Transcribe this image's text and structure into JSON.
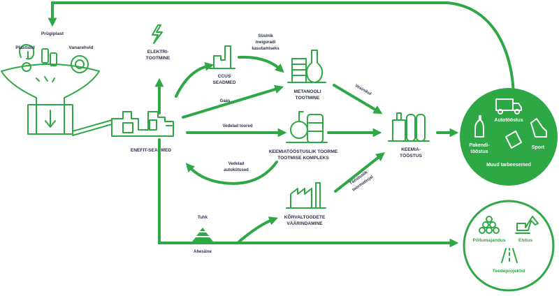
{
  "colors": {
    "accent": "#2ea745",
    "text": "#2b2f4e",
    "white": "#ffffff"
  },
  "inputs": {
    "plastic_waste": "Prügiplast",
    "plastics": "Plastidid",
    "tires": "Vanarehvid"
  },
  "nodes": {
    "electricity": {
      "line1": "ELEKTRI-",
      "line2": "TOOTMINE"
    },
    "ccus": {
      "line1": "CCUS",
      "line2": "SEADMED"
    },
    "methanol": {
      "line1": "METANOOLI",
      "line2": "TOOTMINE"
    },
    "enefit": {
      "line1": "ENEFIT-SEADMED"
    },
    "refinery": {
      "line1": "KEEMIATÖÖSTUSLIK TOORME",
      "line2": "TOOTMISE KOMPLEKS"
    },
    "chemical": {
      "line1": "KEEMIA-",
      "line2": "TÖÖSTUS"
    },
    "byproducts": {
      "line1": "KÕRVALTOODETE",
      "line2": "VÄÄRINDAMINE"
    }
  },
  "flow_labels": {
    "co2_label_1": "Süsinik",
    "co2_label_2": "meiguradi",
    "co2_label_3": "kasutamiseks",
    "gas": "Gaas",
    "hydrogen": "Vesinikul",
    "liquid": "Vedelad toored",
    "liquid_fuels_1": "Vedelad",
    "liquid_fuels_2": "autokütused",
    "raw_materials_1": "Tööstuslik",
    "raw_materials_2": "toormaterjal",
    "ash": "Tuhk",
    "aggregates": "Aheraine"
  },
  "end_use": {
    "automotive": "Autotööstus",
    "packaging_1": "Pakendi-",
    "packaging_2": "tööstus",
    "sport": "Sport",
    "consumer": "Muud tarbeesemed",
    "forestry": "Põllumajandus",
    "construction": "Ehitus",
    "roads": "Teedeprojektid"
  }
}
